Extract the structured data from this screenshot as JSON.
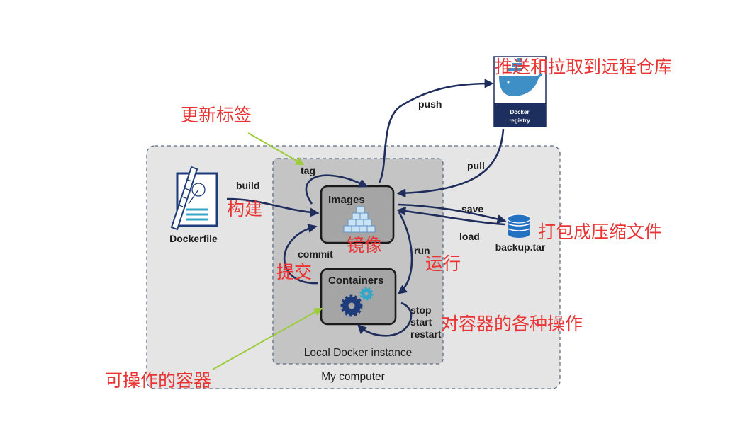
{
  "diagram": {
    "my_computer_label": "My computer",
    "local_instance_label": "Local Docker instance",
    "images_label": "Images",
    "containers_label": "Containers",
    "dockerfile_label": "Dockerfile",
    "registry_label_line1": "Docker",
    "registry_label_line2": "registry",
    "backup_label": "backup.tar",
    "edges": {
      "push": "push",
      "pull": "pull",
      "tag": "tag",
      "build": "build",
      "save": "save",
      "load": "load",
      "commit": "commit",
      "run": "run",
      "stop": "stop",
      "start": "start",
      "restart": "restart"
    }
  },
  "annotations": {
    "remote": "推送和拉取到远程仓库",
    "tag": "更新标签",
    "build": "构建",
    "archive": "打包成压缩文件",
    "image": "镜像",
    "run": "运行",
    "commit": "提交",
    "ops": "对容器的各种操作",
    "container": "可操作的容器"
  },
  "colors": {
    "flow": "#1e2d5c",
    "annotation": "#ea3434",
    "highlight_arrow": "#9ccc3a",
    "node_fill": "#a5a5a5",
    "registry": "#1c2f5e"
  }
}
